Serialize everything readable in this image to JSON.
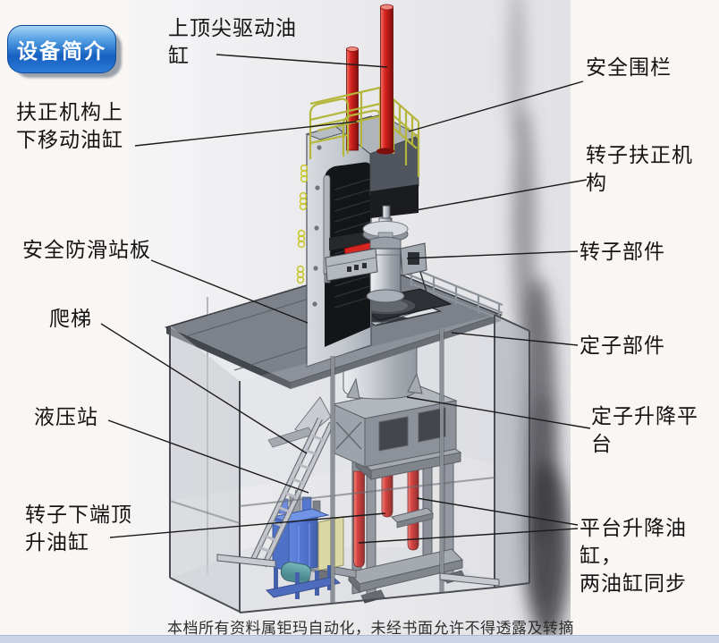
{
  "badge": {
    "label": "设备简介",
    "color": "#1e6bd0"
  },
  "labels": [
    {
      "id": "top-spindle-cylinder",
      "text": "上顶尖驱动油\n缸"
    },
    {
      "id": "straightener-move-cylinder",
      "text": "扶正机构上\n下移动油缸"
    },
    {
      "id": "anti-skid-platform",
      "text": "安全防滑站板"
    },
    {
      "id": "ladder",
      "text": "爬梯"
    },
    {
      "id": "hydraulic-station",
      "text": "液压站"
    },
    {
      "id": "rotor-bottom-jack-cylinder",
      "text": "转子下端顶\n升油缸"
    },
    {
      "id": "safety-fence",
      "text": "安全围栏"
    },
    {
      "id": "rotor-straightener",
      "text": "转子扶正机\n构"
    },
    {
      "id": "rotor-part",
      "text": "转子部件"
    },
    {
      "id": "stator-part",
      "text": "定子部件"
    },
    {
      "id": "stator-lift-platform",
      "text": "定子升降平\n台"
    },
    {
      "id": "platform-lift-cylinders",
      "text": "平台升降油缸，\n两油缸同步"
    }
  ],
  "footer": {
    "disclaimer": "本档所有资料属钜玛自动化，未经书面允许不得透露及转摘"
  },
  "colors": {
    "cylinder_red": "#d62420",
    "railing_yellow": "#b5b63c",
    "hydraulic_blue": "#2f5ac8",
    "panel_yellow": "#ddd89a",
    "footer_bar": "#ccd4e9",
    "badge_blue": "#1560c0"
  }
}
